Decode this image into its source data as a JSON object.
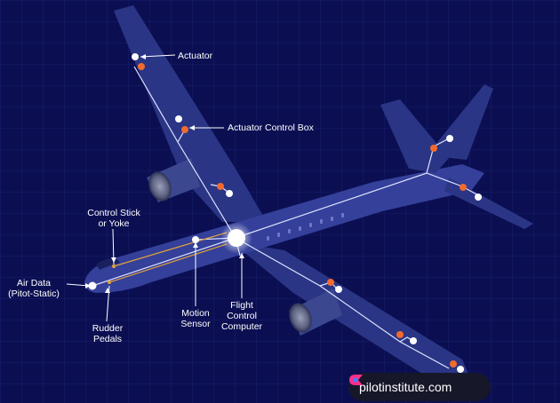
{
  "labels": {
    "actuator": "Actuator",
    "actuator_control_box": "Actuator Control Box",
    "control_stick_line1": "Control Stick",
    "control_stick_line2": "or Yoke",
    "air_data_line1": "Air Data",
    "air_data_line2": "(Pitot-Static)",
    "rudder_line1": "Rudder",
    "rudder_line2": "Pedals",
    "motion_line1": "Motion",
    "motion_line2": "Sensor",
    "fcc_line1": "Flight",
    "fcc_line2": "Control",
    "fcc_line3": "Computer"
  },
  "watermark": {
    "text": "pilotinstitute.com",
    "logo": "pilot-institute-logo"
  },
  "colors": {
    "background": "#0b0f52",
    "grid": "#1a2275",
    "airframe": "#2a3585",
    "airframe_light": "#34409a",
    "wire": "#dfe3ff",
    "wire_orange": "#e0a13a",
    "actuator_dot": "#f26a2e",
    "sensor_dot": "#ffffff"
  }
}
